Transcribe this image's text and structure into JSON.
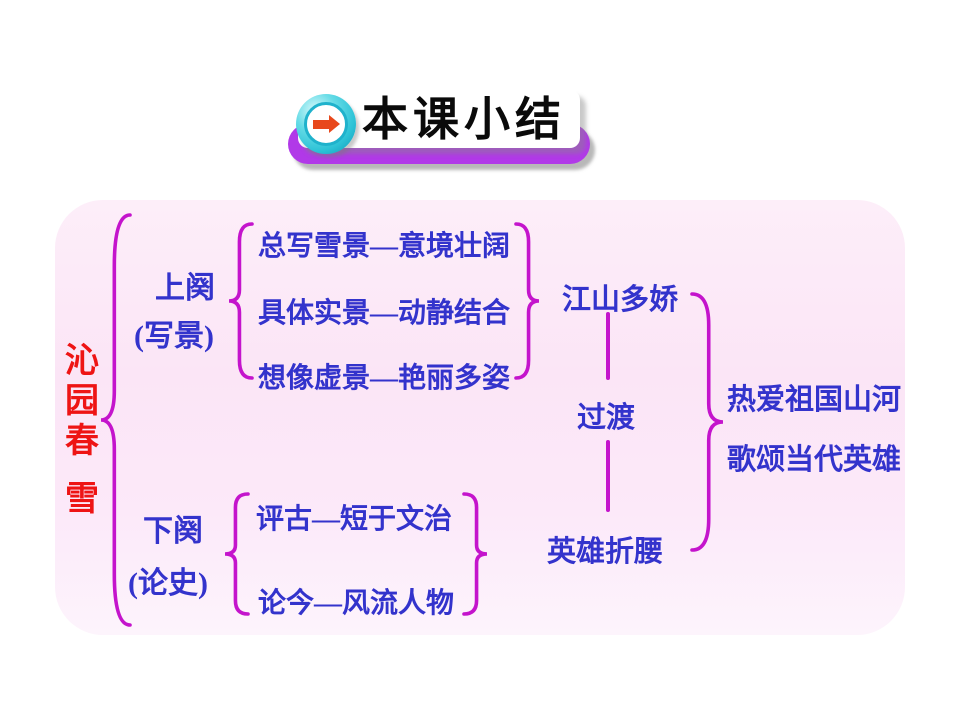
{
  "banner": {
    "title": "本课小结",
    "icon": "arrow-right"
  },
  "poem": {
    "title_chars": [
      "沁",
      "园",
      "春"
    ],
    "title_last": "雪"
  },
  "upper": {
    "label": "上阕",
    "sublabel": "(写景)",
    "items": [
      "总写雪景—意境壮阔",
      "具体实景—动静结合",
      "想像虚景—艳丽多姿"
    ],
    "result": "江山多娇"
  },
  "lower": {
    "label": "下阕",
    "sublabel": "(论史)",
    "items": [
      "评古—短于文治",
      "论今—风流人物"
    ],
    "result": "英雄折腰"
  },
  "transition": "过渡",
  "conclusion": [
    "热爱祖国山河",
    "歌颂当代英雄"
  ],
  "colors": {
    "text_blue": "#3333cc",
    "title_red": "#ee1414",
    "brace_magenta": "#c414cc",
    "banner_purple": "#b139e8",
    "icon_teal": "#2cc2d6",
    "arrow_orange": "#e8481c",
    "panel_pink": "#fbe5f6"
  }
}
